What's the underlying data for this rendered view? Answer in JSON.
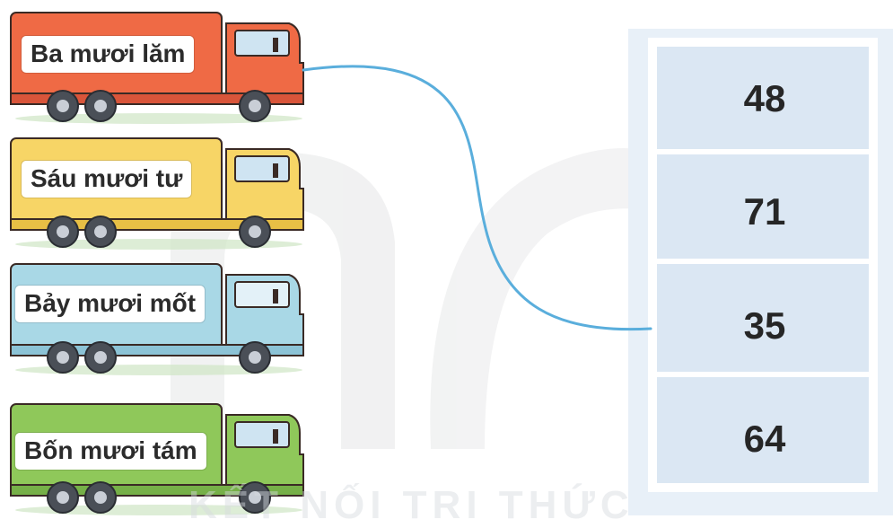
{
  "trucks": [
    {
      "label": "Ba mươi lăm",
      "color": "#ef6a45"
    },
    {
      "label": "Sáu mươi tư",
      "color": "#f7d566"
    },
    {
      "label": "Bảy mươi mốt",
      "color": "#a9d8e6"
    },
    {
      "label": "Bốn mươi tám",
      "color": "#8fc85a"
    }
  ],
  "numbers": [
    "48",
    "71",
    "35",
    "64"
  ],
  "connection": {
    "from_label": "Ba mươi lăm",
    "to_number": "35",
    "color": "#5aaedc"
  },
  "watermark": {
    "text": "KẾT NỐI TRI THỨC"
  },
  "colors": {
    "panel": "#e8f0f8",
    "cell": "#dce8f4",
    "cell_border": "#ffffff"
  }
}
